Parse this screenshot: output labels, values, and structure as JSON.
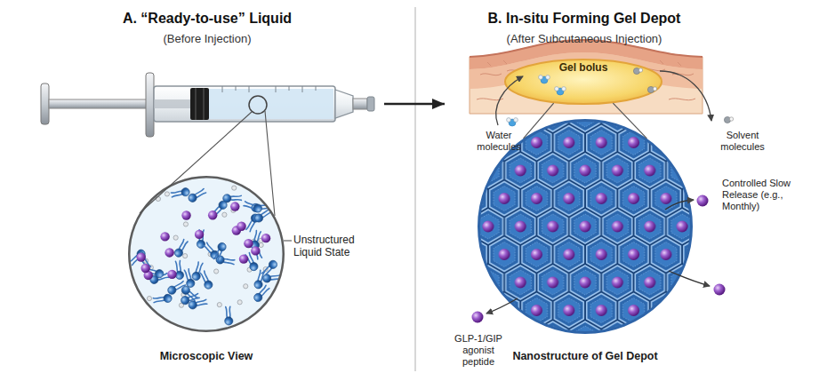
{
  "diagram": {
    "nodes": [
      {
        "text": [
          "A. “Ready-to-use” Liquid",
          "(Before Injection)"
        ]
      },
      {
        "text": [
          "Microscopic View"
        ],
        "in": 0
      },
      {
        "text": [
          "B. In-situ Forming Gel Depot",
          "(After Subcutaneous Injection)"
        ]
      },
      {
        "text": [
          "Gel bolus"
        ],
        "in": 2
      },
      {
        "text": [
          "Nanostructure of Gel Depot"
        ],
        "in": 2
      }
    ],
    "edges": [
      {
        "from": 0,
        "to": 2,
        "arrow": "to"
      },
      {
        "from": 3,
        "to": 4,
        "arrow": "none"
      },
      {
        "from": 3,
        "to": 4,
        "arrow": "none"
      }
    ],
    "labels": [
      "Unstructured Liquid State",
      "Water molecules",
      "Solvent molecules",
      "Controlled Slow Release (e.g., Monthly)",
      "GLP-1/GIP agonist peptide"
    ]
  }
}
